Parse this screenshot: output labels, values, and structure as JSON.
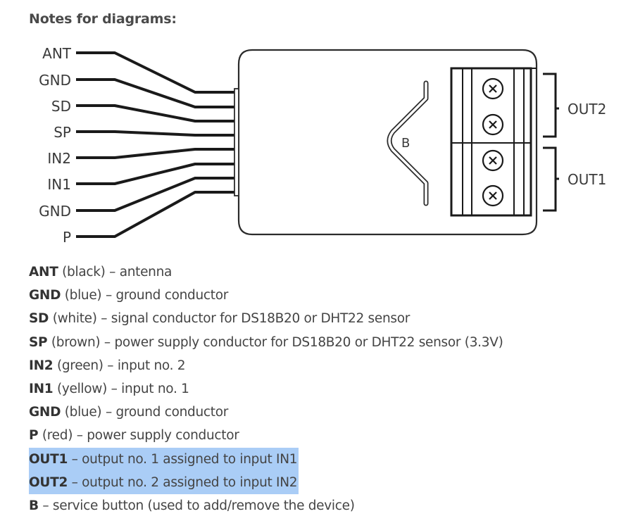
{
  "heading": "Notes for diagrams:",
  "diagram": {
    "wires": [
      {
        "id": "ANT",
        "label": "ANT"
      },
      {
        "id": "GND1",
        "label": "GND"
      },
      {
        "id": "SD",
        "label": "SD"
      },
      {
        "id": "SP",
        "label": "SP"
      },
      {
        "id": "IN2",
        "label": "IN2"
      },
      {
        "id": "IN1",
        "label": "IN1"
      },
      {
        "id": "GND2",
        "label": "GND"
      },
      {
        "id": "P",
        "label": "P"
      }
    ],
    "button_label": "B",
    "outputs": [
      {
        "id": "OUT2",
        "label": "OUT2"
      },
      {
        "id": "OUT1",
        "label": "OUT1"
      }
    ],
    "terminal_screw_icon": "screw-x-icon",
    "colors": {
      "line": "#1a1a1a",
      "housing": "#2b2b2b"
    }
  },
  "legend": {
    "highlight_color": "#aacdf6",
    "items": [
      {
        "code": "ANT",
        "color": "(black)",
        "desc": " – antenna",
        "highlighted": false
      },
      {
        "code": "GND",
        "color": "(blue)",
        "desc": " – ground conductor",
        "highlighted": false
      },
      {
        "code": "SD",
        "color": "(white)",
        "desc": " – signal conductor for DS18B20 or DHT22 sensor",
        "highlighted": false
      },
      {
        "code": "SP",
        "color": "(brown)",
        "desc": " – power supply conductor for DS18B20 or DHT22 sensor (3.3V)",
        "highlighted": false
      },
      {
        "code": "IN2",
        "color": "(green)",
        "desc": " – input no. 2",
        "highlighted": false
      },
      {
        "code": "IN1",
        "color": "(yellow)",
        "desc": " – input no. 1",
        "highlighted": false
      },
      {
        "code": "GND",
        "color": "(blue)",
        "desc": " – ground conductor",
        "highlighted": false
      },
      {
        "code": "P",
        "color": "(red)",
        "desc": " – power supply conductor",
        "highlighted": false
      },
      {
        "code": "OUT1",
        "color": "",
        "desc": " – output no. 1 assigned to input IN1",
        "highlighted": true
      },
      {
        "code": "OUT2",
        "color": "",
        "desc": " – output no. 2 assigned to input IN2",
        "highlighted": true
      },
      {
        "code": "B",
        "color": "",
        "desc": " – service button (used to add/remove the device)",
        "highlighted": false
      }
    ]
  }
}
